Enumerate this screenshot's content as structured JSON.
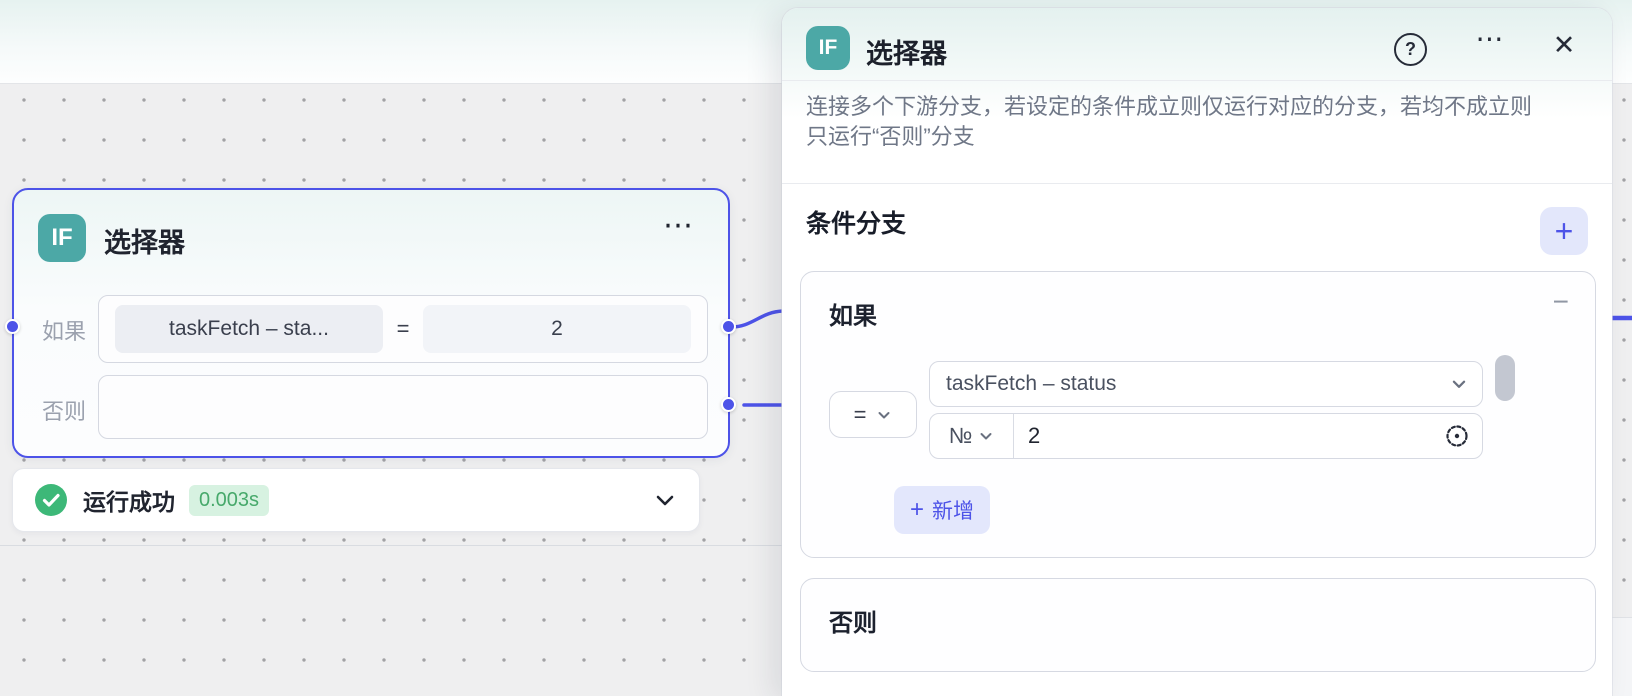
{
  "glyphs": {
    "plus": "+",
    "minus": "−",
    "question": "?",
    "close": "✕",
    "ellipsis": "⋯"
  },
  "colors": {
    "accent": "#4D53E8",
    "node_teal": "#4CA8A6",
    "success_green": "#3DB878",
    "badge_bg": "#D7F2E1",
    "badge_text": "#47A96B",
    "canvas_bg": "#EFEFF0"
  },
  "canvas": {
    "node": {
      "icon_label": "IF",
      "title": "选择器",
      "if_label": "如果",
      "else_label": "否则",
      "condition_left": "taskFetch – sta...",
      "condition_operator": "=",
      "condition_right": "2"
    },
    "run_status": {
      "label": "运行成功",
      "duration": "0.003s"
    }
  },
  "panel": {
    "icon_label": "IF",
    "title": "选择器",
    "description": "连接多个下游分支，若设定的条件成立则仅运行对应的分支，若均不成立则只运行“否则”分支",
    "section_title": "条件分支",
    "if_card": {
      "title": "如果",
      "operator": "=",
      "field_value": "taskFetch – status",
      "value_type": "№",
      "value": "2",
      "add_label": "新增"
    },
    "else_card": {
      "title": "否则"
    }
  }
}
